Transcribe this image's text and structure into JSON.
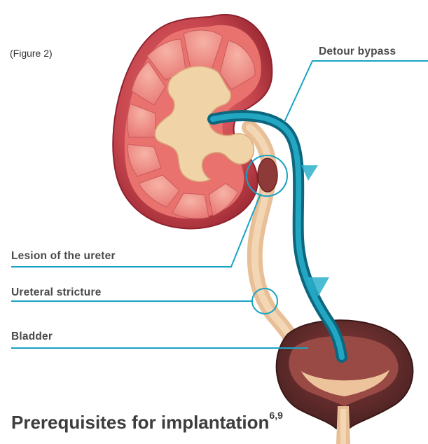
{
  "caption": "(Figure 2)",
  "labels": {
    "detour_bypass": "Detour bypass",
    "lesion": "Lesion of the ureter",
    "stricture": "Ureteral stricture",
    "bladder": "Bladder"
  },
  "heading": {
    "text": "Prerequisites for implantation",
    "superscript": "6,9"
  },
  "colors": {
    "leader_line": "#1aa3c4",
    "bypass_tube": "#117f97",
    "kidney_cortex": "#c0474f",
    "kidney_medulla": "#ef8a84",
    "ureter": "#ecc39a",
    "bladder_wall": "#5a2b2b"
  }
}
